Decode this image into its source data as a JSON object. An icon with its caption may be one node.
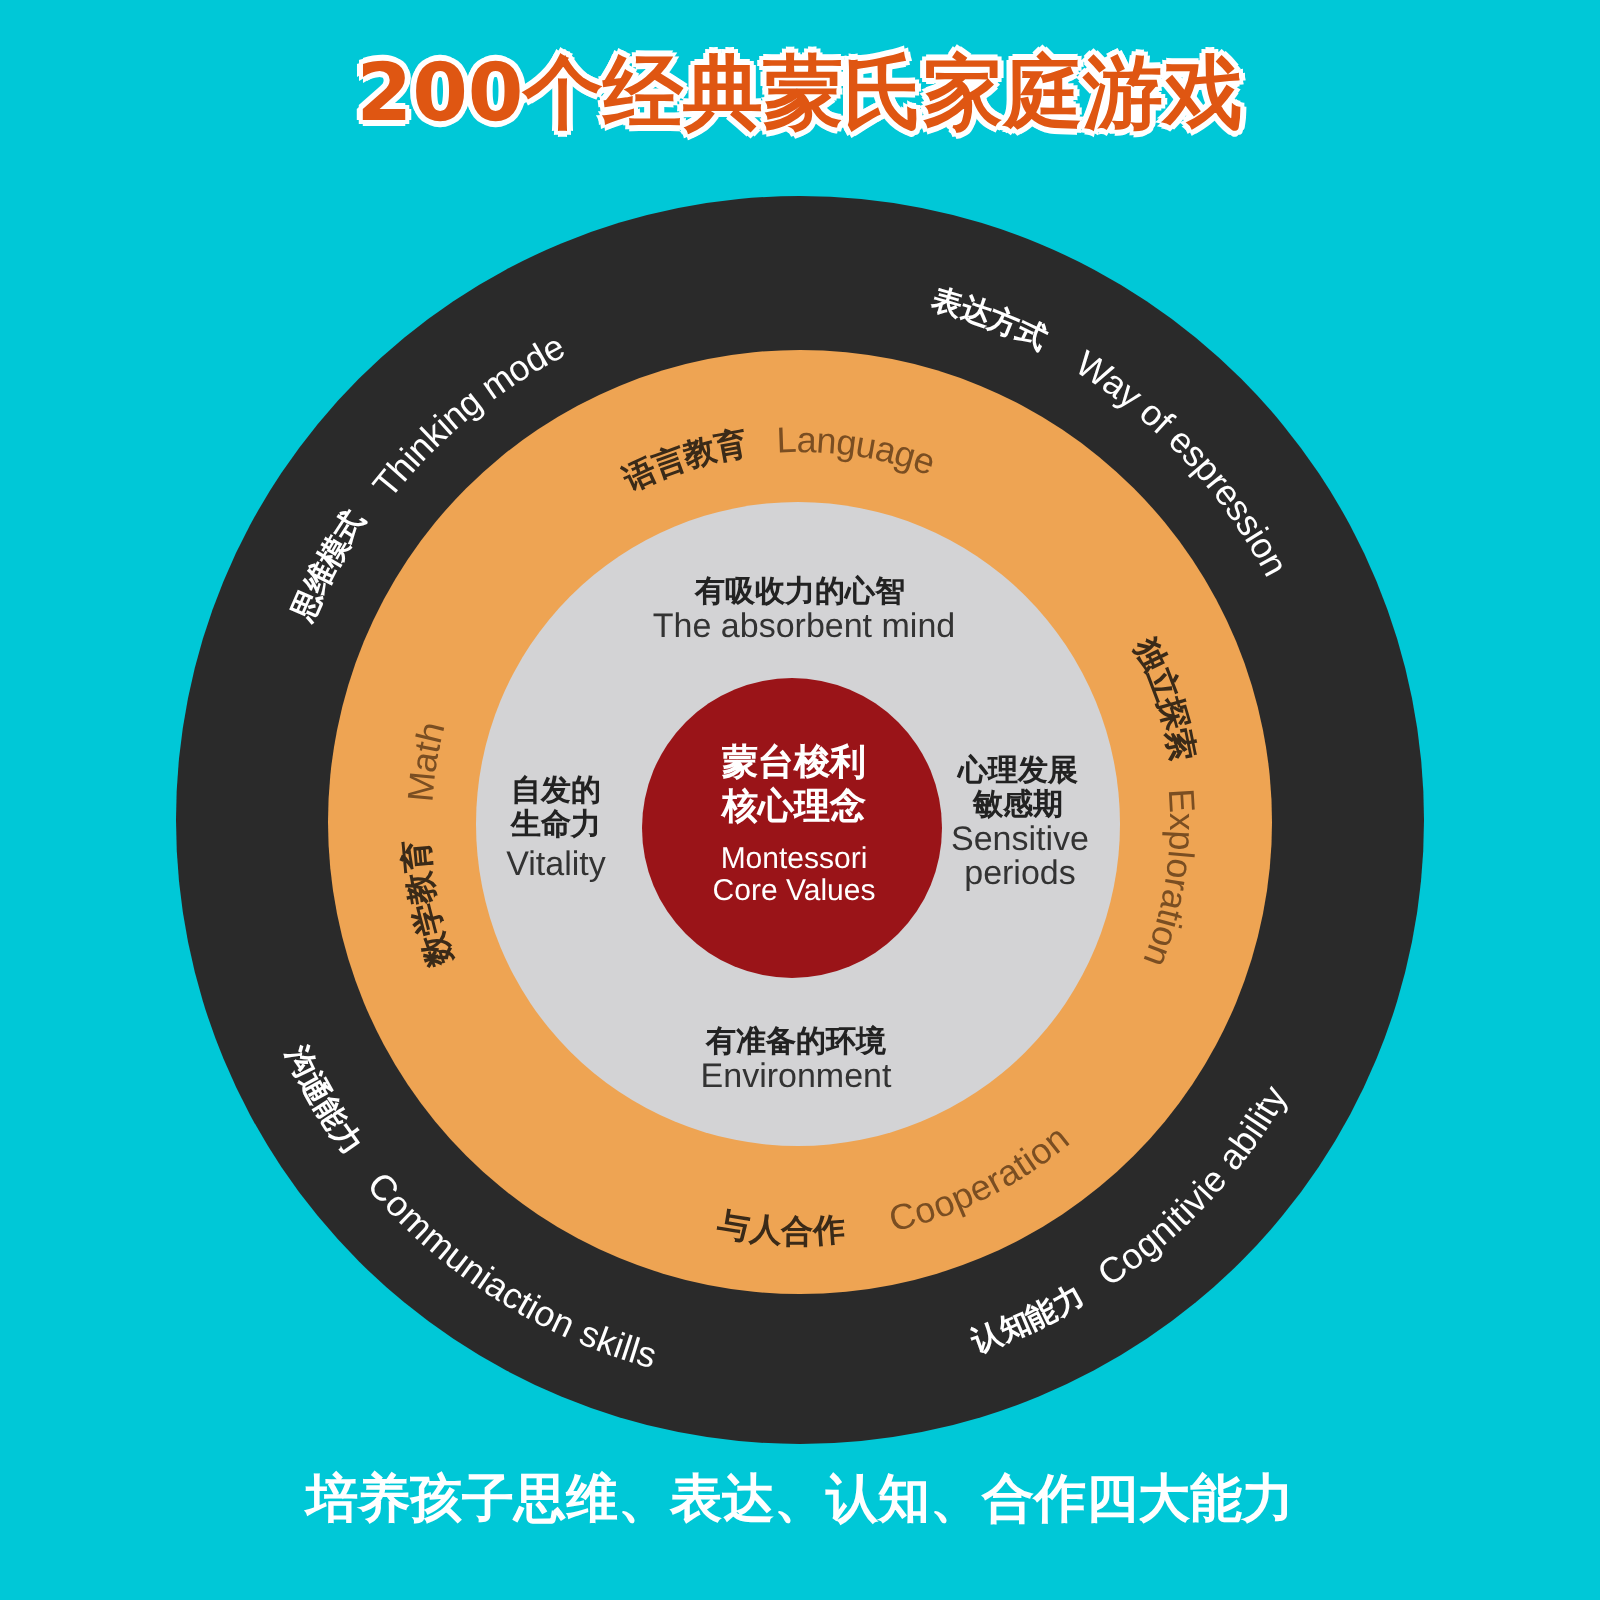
{
  "diagram": {
    "title": "200个经典蒙氏家庭游戏",
    "caption": "培养孩子思维、表达、认知、合作四大能力",
    "nodes": [
      {
        "text": [
          "思维模式",
          "Thinking mode",
          "表达方式",
          "Way of espression",
          "沟通能力",
          "Communiaction skills",
          "认知能力",
          "Cognitivie ability"
        ]
      },
      {
        "text": [
          "语言教育",
          "Language",
          "数学教育",
          "Math",
          "独立探索",
          "Exploration",
          "与人合作",
          "Cooperation"
        ],
        "in": 0
      },
      {
        "text": [
          "有吸收力的心智",
          "The absorbent mind",
          "自发的生命力",
          "Vitality",
          "心理发展敏感期",
          "Sensitive periods",
          "有准备的环境",
          "Environment"
        ],
        "in": 1
      },
      {
        "text": [
          "蒙台梭利核心理念",
          "Montessori Core Values"
        ],
        "in": 2
      }
    ]
  }
}
